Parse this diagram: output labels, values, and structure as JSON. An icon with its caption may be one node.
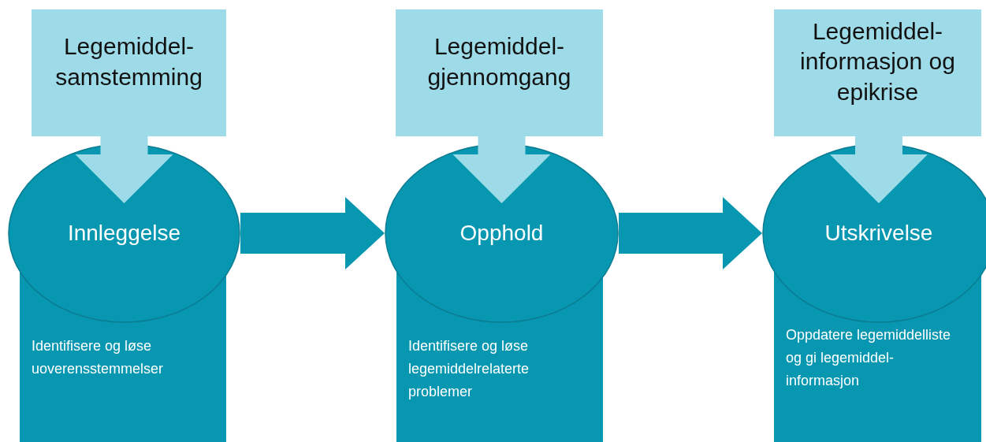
{
  "diagram": {
    "nodes": [
      {
        "text": [
          "Legemiddel- samstemming"
        ]
      },
      {
        "text": [
          "Innleggelse"
        ]
      },
      {
        "text": [
          "Identifisere og løse uoverensstemmelser"
        ]
      },
      {
        "text": [
          "Legemiddel- gjennomgang"
        ]
      },
      {
        "text": [
          "Opphold"
        ]
      },
      {
        "text": [
          "Identifisere og løse legemiddelrelaterte problemer"
        ]
      },
      {
        "text": [
          "Legemiddel- informasjon og epikrise"
        ]
      },
      {
        "text": [
          "Utskrivelse"
        ]
      },
      {
        "text": [
          "Oppdatere legemiddelliste og gi legemiddel- informasjon"
        ]
      }
    ],
    "edges": [
      {
        "from": 0,
        "to": 1,
        "arrow": "to"
      },
      {
        "from": 3,
        "to": 4,
        "arrow": "to"
      },
      {
        "from": 6,
        "to": 7,
        "arrow": "to"
      },
      {
        "from": 1,
        "to": 4,
        "arrow": "to",
        "color": "#0897b0"
      },
      {
        "from": 4,
        "to": 7,
        "arrow": "to",
        "color": "#0897b0"
      }
    ]
  }
}
